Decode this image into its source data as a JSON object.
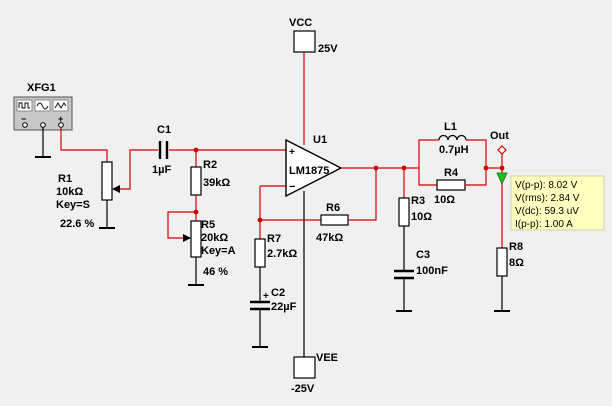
{
  "power": {
    "vcc_label": "VCC",
    "vcc_value": "25V",
    "vee_label": "VEE",
    "vee_value": "-25V"
  },
  "generator": {
    "name": "XFG1",
    "terminals": [
      "−",
      "+"
    ]
  },
  "opamp": {
    "ref": "U1",
    "part": "LM1875",
    "plus": "+",
    "minus": "−"
  },
  "components": {
    "c1": {
      "ref": "C1",
      "value": "1µF"
    },
    "r1": {
      "ref": "R1",
      "value": "10kΩ",
      "key": "Key=S",
      "percent": "22.6 %"
    },
    "r2": {
      "ref": "R2",
      "value": "39kΩ"
    },
    "r5": {
      "ref": "R5",
      "value": "20kΩ",
      "key": "Key=A",
      "percent": "46 %"
    },
    "r7": {
      "ref": "R7",
      "value": "2.7kΩ"
    },
    "c2": {
      "ref": "C2",
      "value": "22µF",
      "polarity": "+"
    },
    "r6": {
      "ref": "R6",
      "value": "47kΩ"
    },
    "l1": {
      "ref": "L1",
      "value": "0.7µH"
    },
    "r4": {
      "ref": "R4",
      "value": "10Ω"
    },
    "r3": {
      "ref": "R3",
      "value": "10Ω"
    },
    "c3": {
      "ref": "C3",
      "value": "100nF"
    },
    "r8": {
      "ref": "R8",
      "value": "8Ω"
    }
  },
  "output": {
    "label": "Out",
    "label_color": "#d40000",
    "probe": {
      "vpp": "V(p-p): 8.02 V",
      "vrms": "V(rms): 2.84 V",
      "vdc": "V(dc): 59.3 uV",
      "ipp": "I(p-p): 1.00 A"
    }
  },
  "colors": {
    "wire_active": "#d40000",
    "wire_ground": "#000000",
    "probe_bg": "#ffffc0",
    "probe_arrow": "#22bb22"
  }
}
